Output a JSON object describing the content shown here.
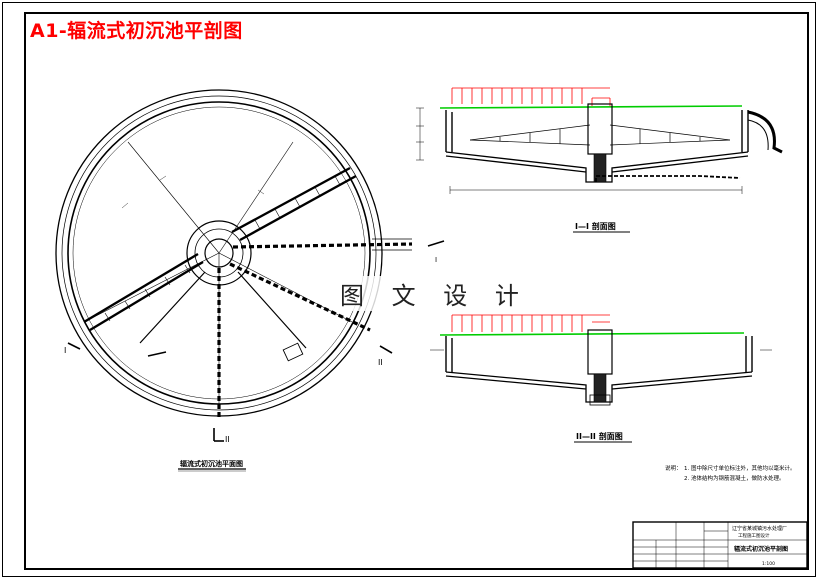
{
  "title": "A1-辐流式初沉池平剖图",
  "watermark": "图 文 设 计",
  "plan_view": {
    "caption": "辐流式初沉池平面图",
    "section_marks": [
      "I",
      "I",
      "II",
      "II"
    ]
  },
  "section_1": {
    "caption": "I—I 剖面图"
  },
  "section_2": {
    "caption": "II—II 剖面图"
  },
  "notes": {
    "heading": "说明：",
    "items": [
      "1. 图中除尺寸单位标注外，其他均以毫米计。",
      "2. 池体结构为钢筋混凝土，做防水处理。"
    ]
  },
  "title_block": {
    "project": "辽宁省某城镇污水处理厂",
    "subtitle": "工程施工图设计",
    "drawing_name": "辐流式初沉池平剖图",
    "scale": "1:100"
  },
  "colors": {
    "title": "#ff0000",
    "water_level": "#00cc00",
    "walkway_rail": "#ff0000",
    "linework": "#000000"
  }
}
